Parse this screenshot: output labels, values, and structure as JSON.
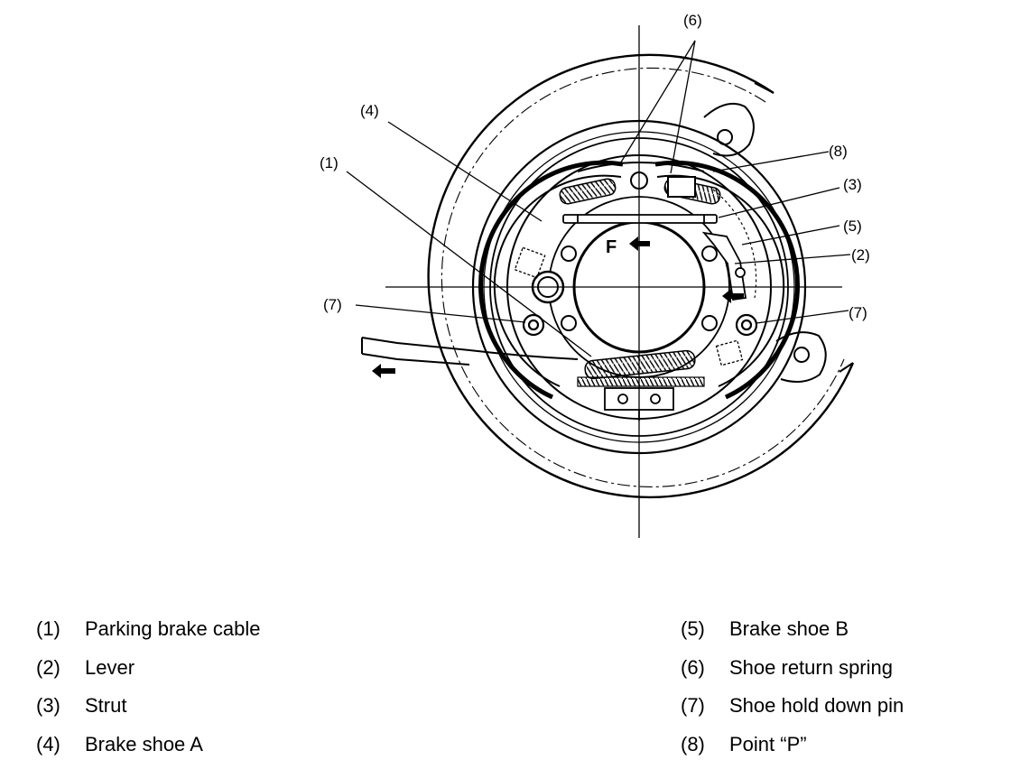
{
  "diagram": {
    "drum_marker": "F"
  },
  "callouts": [
    {
      "id": "c1",
      "label": "(1)"
    },
    {
      "id": "c2",
      "label": "(2)"
    },
    {
      "id": "c3",
      "label": "(3)"
    },
    {
      "id": "c4",
      "label": "(4)"
    },
    {
      "id": "c5",
      "label": "(5)"
    },
    {
      "id": "c6",
      "label": "(6)"
    },
    {
      "id": "c7a",
      "label": "(7)"
    },
    {
      "id": "c7b",
      "label": "(7)"
    },
    {
      "id": "c8",
      "label": "(8)"
    }
  ],
  "legend": {
    "left": [
      {
        "num": "(1)",
        "text": "Parking brake cable"
      },
      {
        "num": "(2)",
        "text": "Lever"
      },
      {
        "num": "(3)",
        "text": "Strut"
      },
      {
        "num": "(4)",
        "text": "Brake shoe A"
      }
    ],
    "right": [
      {
        "num": "(5)",
        "text": "Brake shoe B"
      },
      {
        "num": "(6)",
        "text": "Shoe return spring"
      },
      {
        "num": "(7)",
        "text": "Shoe hold down pin"
      },
      {
        "num": "(8)",
        "text": "Point “P”"
      }
    ]
  }
}
